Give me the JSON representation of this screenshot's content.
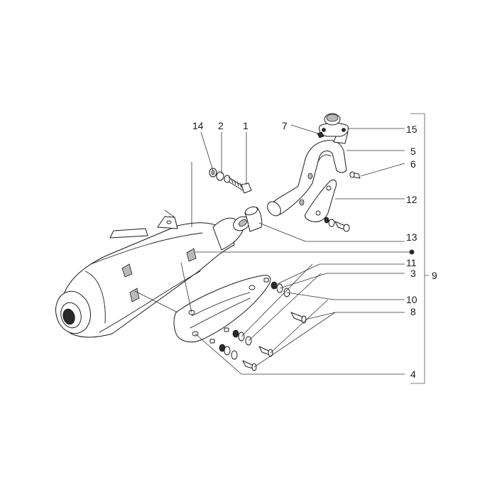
{
  "diagram": {
    "callouts": {
      "c14": "14",
      "c2": "2",
      "c1": "1",
      "c7": "7",
      "c15": "15",
      "c5": "5",
      "c6": "6",
      "c12": "12",
      "c13": "13",
      "c11": "11",
      "c3": "3",
      "c9": "9",
      "c10": "10",
      "c8": "8",
      "c4": "4"
    },
    "colors": {
      "line": "#1a1a1a",
      "shade": "#b9b9b9",
      "background": "#ffffff"
    }
  }
}
